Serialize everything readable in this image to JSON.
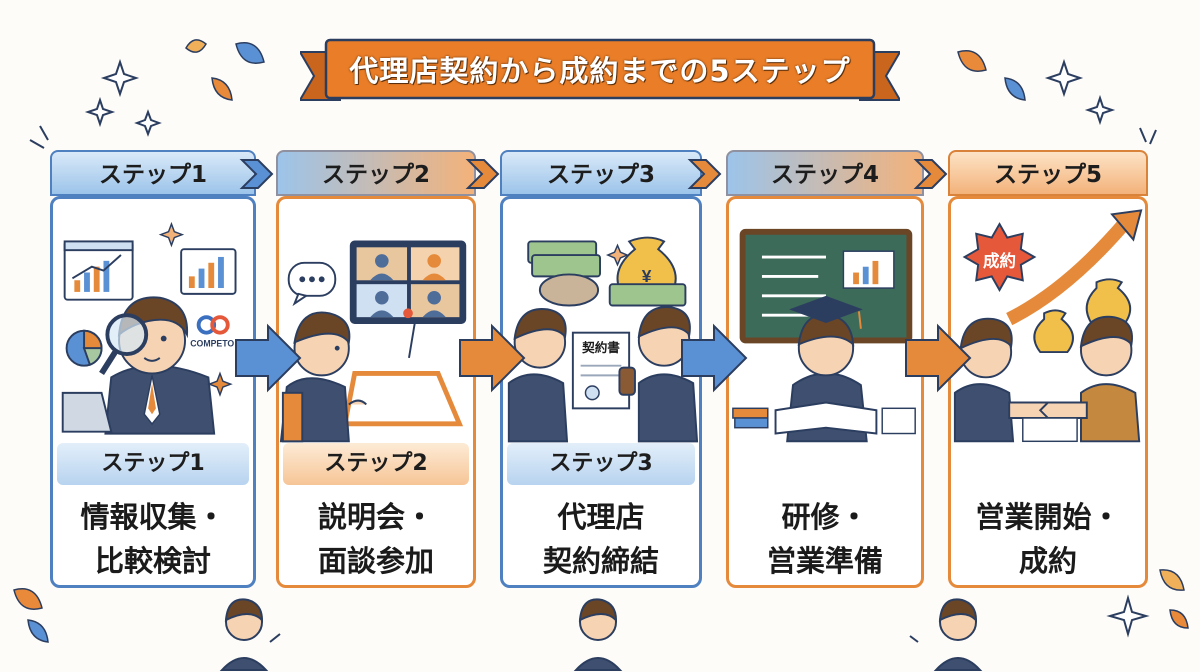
{
  "title": "代理店契約から成約までの5ステップ",
  "colors": {
    "blue": "#4f80c0",
    "orange": "#e58a3a",
    "ribbon": "#ea7d27"
  },
  "steps": [
    {
      "tab": "ステップ1",
      "sublabel": "ステップ1",
      "line1": "情報収集・",
      "line2": "比較検討",
      "logo": "COMPETO"
    },
    {
      "tab": "ステップ2",
      "sublabel": "ステップ2",
      "line1": "説明会・",
      "line2": "面談参加"
    },
    {
      "tab": "ステップ3",
      "sublabel": "ステップ3",
      "doc": "契約書",
      "line1": "代理店",
      "line2": "契約締結"
    },
    {
      "tab": "ステップ4",
      "line1": "研修・",
      "line2": "営業準備"
    },
    {
      "tab": "ステップ5",
      "badge": "成約",
      "line1": "営業開始・",
      "line2": "成約"
    }
  ],
  "icons": [
    "magnifier-icon",
    "chart-icon",
    "video-call-icon",
    "money-bag-icon",
    "blackboard-icon",
    "handshake-icon",
    "sparkle-icon",
    "leaf-icon"
  ]
}
